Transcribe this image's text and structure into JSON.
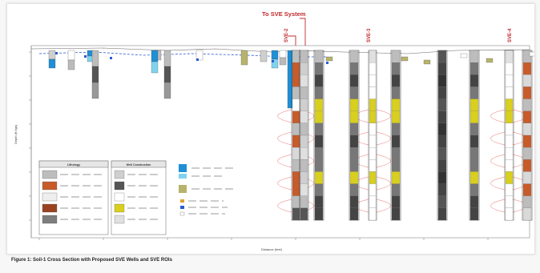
{
  "diagram": {
    "top_label": "To SVE System",
    "sve_labels": [
      "SVE-2",
      "SVE-3",
      "SVE-4"
    ],
    "caption": "Figure 1: Soil-1 Cross Section with Proposed SVE Wells and SVE ROIs",
    "y_axis_label": "Depth (ft bgs)",
    "x_axis_label": "Distance (feet)",
    "legend": {
      "lithology_title": "Lithology",
      "construction_title": "Well Construction",
      "voc_title": "Volatile Organic Compound Detections"
    },
    "colors": {
      "gravel": "#9e9e9e",
      "clay": "#c75b2a",
      "sand": "#d8cf1f",
      "silt": "#7d7d7d",
      "water": "#1f8fd6",
      "roi": "#f2a0a0",
      "sve_red": "#c0282d"
    }
  }
}
